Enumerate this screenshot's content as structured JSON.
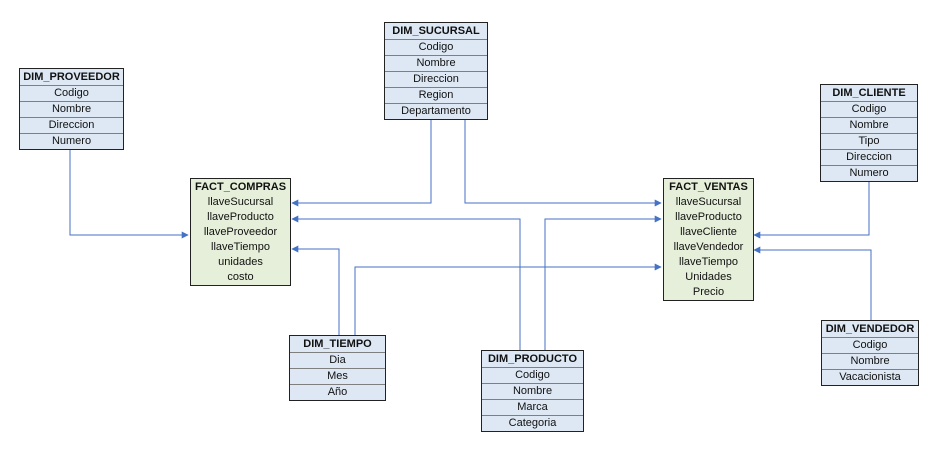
{
  "tables": {
    "dim_sucursal": {
      "title": "DIM_SUCURSAL",
      "fields": [
        "Codigo",
        "Nombre",
        "Direccion",
        "Region",
        "Departamento"
      ]
    },
    "dim_proveedor": {
      "title": "DIM_PROVEEDOR",
      "fields": [
        "Codigo",
        "Nombre",
        "Direccion",
        "Numero"
      ]
    },
    "dim_cliente": {
      "title": "DIM_CLIENTE",
      "fields": [
        "Codigo",
        "Nombre",
        "Tipo",
        "Direccion",
        "Numero"
      ]
    },
    "fact_compras": {
      "title": "FACT_COMPRAS",
      "fields": [
        "llaveSucursal",
        "llaveProducto",
        "llaveProveedor",
        "llaveTiempo",
        "unidades",
        "costo"
      ]
    },
    "fact_ventas": {
      "title": "FACT_VENTAS",
      "fields": [
        "llaveSucursal",
        "llaveProducto",
        "llaveCliente",
        "llaveVendedor",
        "llaveTiempo",
        "Unidades",
        "Precio"
      ]
    },
    "dim_tiempo": {
      "title": "DIM_TIEMPO",
      "fields": [
        "Dia",
        "Mes",
        "Año"
      ]
    },
    "dim_producto": {
      "title": "DIM_PRODUCTO",
      "fields": [
        "Codigo",
        "Nombre",
        "Marca",
        "Categoria"
      ]
    },
    "dim_vendedor": {
      "title": "DIM_VENDEDOR",
      "fields": [
        "Codigo",
        "Nombre",
        "Vacacionista"
      ]
    }
  },
  "colors": {
    "connector": "#4472c4",
    "dimension_fill": "#dde8f4",
    "fact_fill": "#e6efd9",
    "border": "#222222"
  }
}
